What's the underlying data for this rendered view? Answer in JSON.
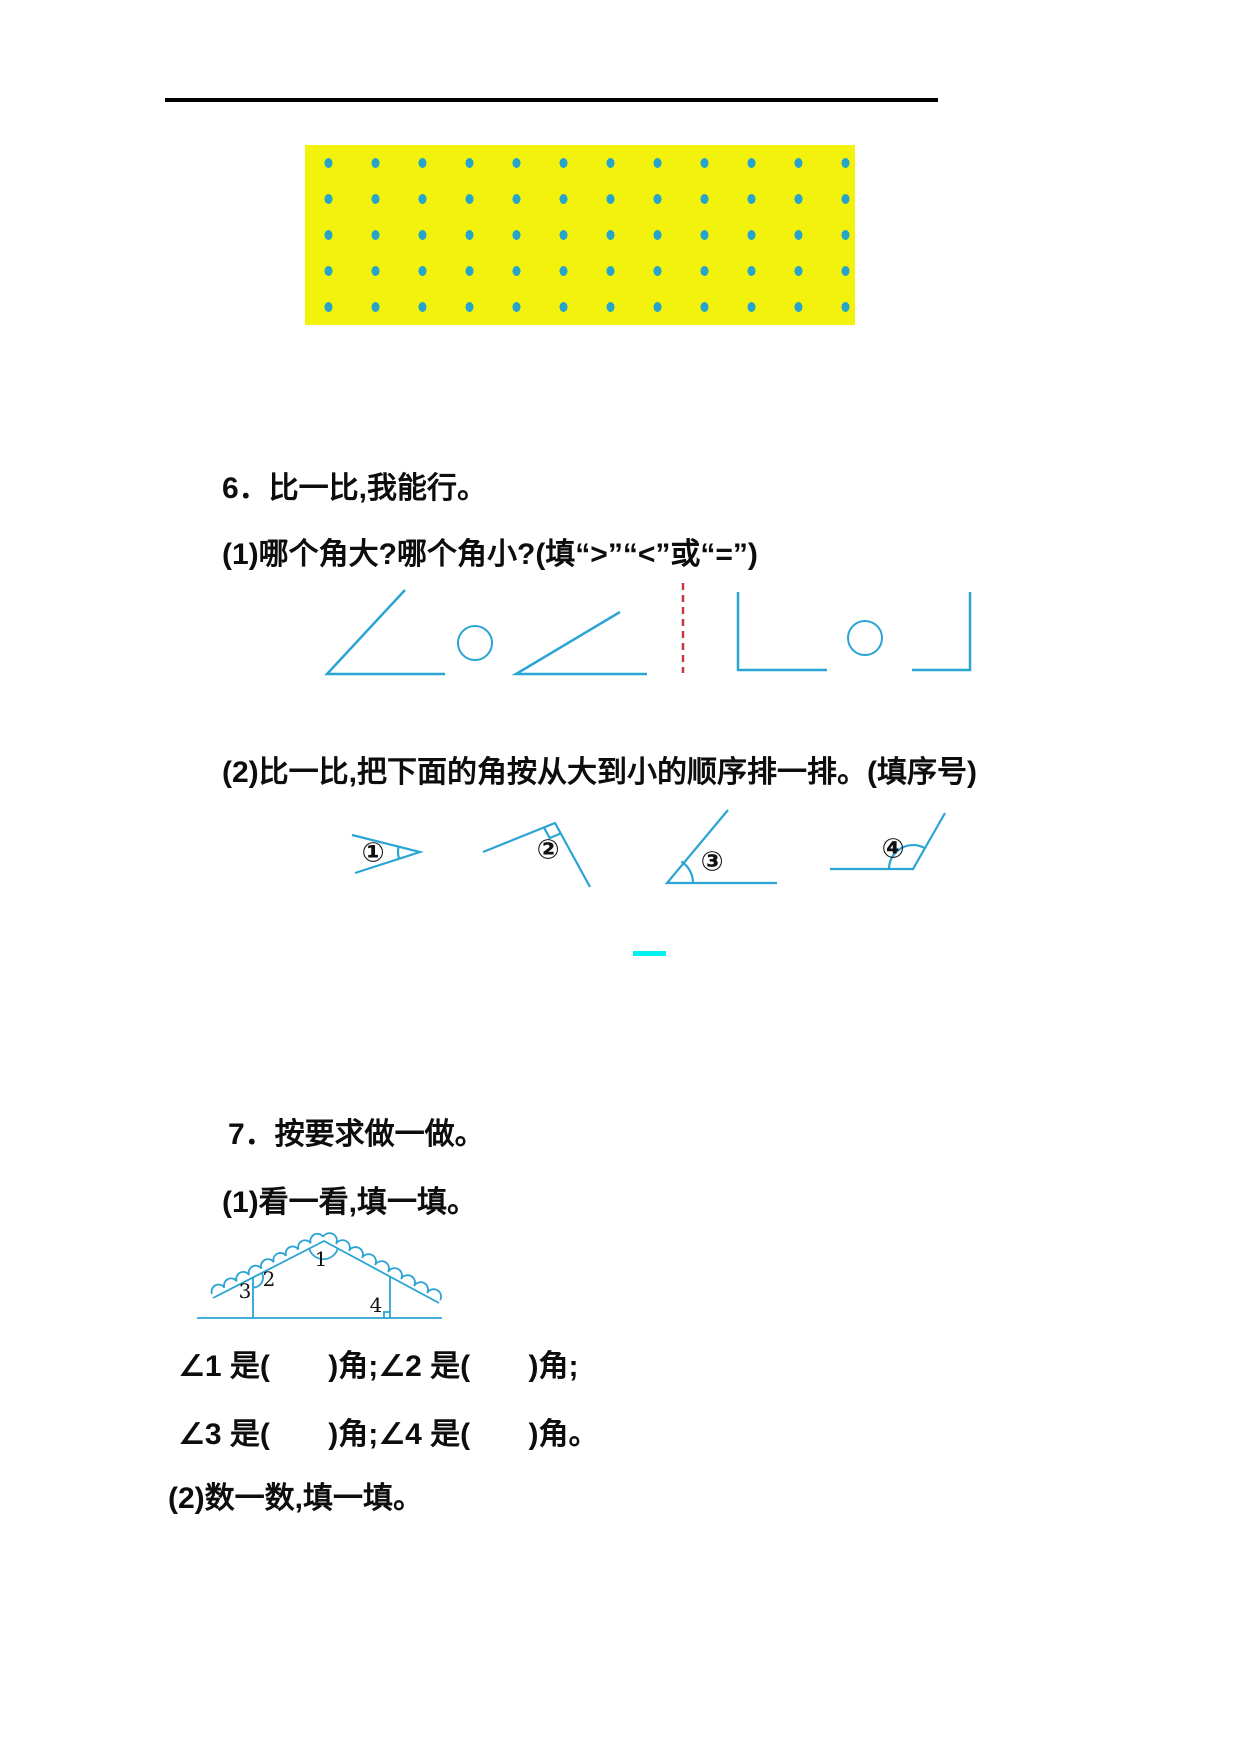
{
  "q6": {
    "title": "6．比一比,我能行。",
    "part1_label": "(1)哪个角大?哪个角小?(填“>”“<”或“=”)",
    "part2_label": "(2)比一比,把下面的角按从大到小的顺序排一排。(填序号)",
    "angle_labels": [
      "①",
      "②",
      "③",
      "④"
    ]
  },
  "q7": {
    "title": "7．按要求做一做。",
    "part1_label": "(1)看一看,填一填。",
    "house_angle_numbers": [
      "1",
      "2",
      "3",
      "4"
    ],
    "fill_line1": "∠1 是(       )角;∠2 是(       )角;",
    "fill_line2": "∠3 是(       )角;∠4 是(       )角。",
    "part2_label": "(2)数一数,填一填。"
  },
  "dot_grid": {
    "rows": 5,
    "cols": 12,
    "bg_color": "#F2F20C",
    "dot_color": "#28A5CB"
  },
  "figure_colors": {
    "stroke": "#2AA4D4",
    "divider_red": "#C23B44",
    "dash_cyan": "#00F2F2"
  }
}
